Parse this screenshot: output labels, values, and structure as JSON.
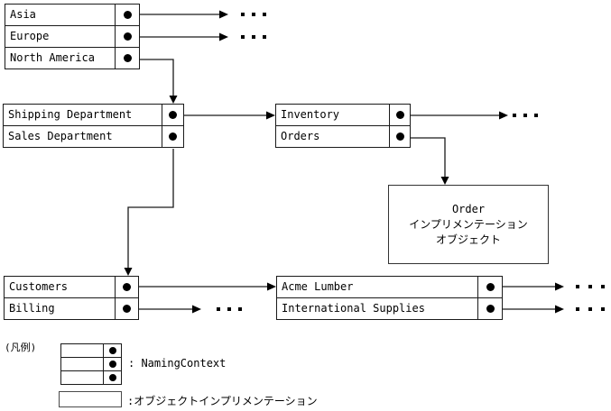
{
  "diagram": {
    "regions_table": {
      "rows": [
        "Asia",
        "Europe",
        "North America"
      ]
    },
    "departments_table": {
      "rows": [
        "Shipping Department",
        "Sales Department"
      ]
    },
    "department_children_table": {
      "rows": [
        "Inventory",
        "Orders"
      ]
    },
    "customers_table": {
      "rows": [
        "Customers",
        "Billing"
      ]
    },
    "companies_table": {
      "rows": [
        "Acme Lumber",
        "International Supplies"
      ]
    },
    "order_implementation_box": {
      "lines": [
        "Order",
        "インプリメンテーション",
        "オブジェクト"
      ]
    },
    "legend": {
      "title": "(凡例)",
      "naming_context_label": ": NamingContext",
      "object_implementation_label": ":オブジェクトインプリメンテーション"
    },
    "colors": {
      "line": "#1a1a1a",
      "background": "#ffffff"
    }
  }
}
